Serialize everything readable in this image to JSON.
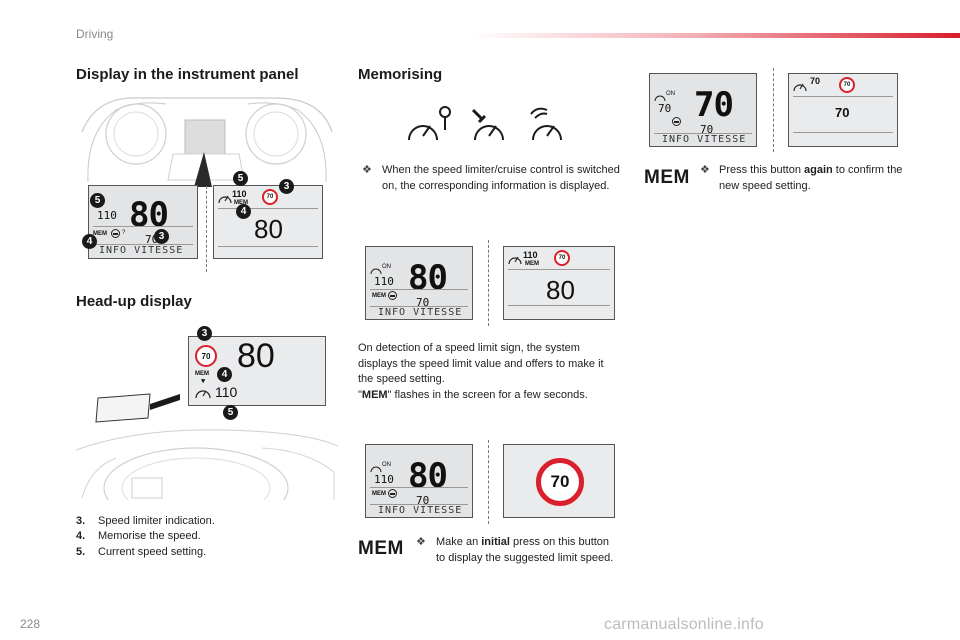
{
  "header": {
    "section": "Driving"
  },
  "footer": {
    "page_number": "228",
    "watermark": "carmanualsonline.info"
  },
  "headings": {
    "instrument_panel": "Display in the instrument panel",
    "head_up": "Head-up display",
    "memorising": "Memorising"
  },
  "instrument_panel": {
    "left_display": {
      "big": "80",
      "small": "110",
      "sub": "70",
      "info": "INFO VITESSE",
      "mem": "MEM",
      "question": "?"
    },
    "right_display": {
      "top": "110",
      "mem": "MEM",
      "sign": "70",
      "big": "80"
    },
    "badges": [
      "5",
      "4",
      "3",
      "5",
      "3",
      "4"
    ]
  },
  "head_up": {
    "sign": "70",
    "big": "80",
    "mem": "MEM",
    "small": "110",
    "badges": [
      "3",
      "4",
      "5"
    ]
  },
  "legend": [
    {
      "num": "3.",
      "text": "Speed limiter indication."
    },
    {
      "num": "4.",
      "text": "Memorise the speed."
    },
    {
      "num": "5.",
      "text": "Current speed setting."
    }
  ],
  "memorising": {
    "step1_text": "When the speed limiter/cruise control is switched on, the corresponding information is displayed.",
    "display_a": {
      "on": "ON",
      "big": "80",
      "small": "110",
      "mem": "MEM",
      "sub": "70",
      "info": "INFO VITESSE"
    },
    "display_b": {
      "top": "110",
      "mem": "MEM",
      "sign": "70",
      "big": "80"
    },
    "detection_text": "On detection of a speed limit sign, the system displays the speed limit value and offers to make it the speed setting.",
    "mem_flash_text_pre": "\"",
    "mem_flash_word": "MEM",
    "mem_flash_text_post": "\" flashes in the screen for a few seconds.",
    "display_c": {
      "on": "ON",
      "big": "80",
      "small": "110",
      "mem": "MEM",
      "sub": "70",
      "info": "INFO VITESSE"
    },
    "display_d": {
      "sign": "70"
    },
    "mem_button": "MEM",
    "initial_pre": "Make an ",
    "initial_word": "initial",
    "initial_post": " press on this button to display the suggested limit speed.",
    "display_e": {
      "on": "ON",
      "big": "70",
      "small": "70",
      "sub": "70",
      "info": "INFO VITESSE"
    },
    "display_f": {
      "top": "70",
      "sign": "70",
      "big": "70"
    },
    "mem_button_2": "MEM",
    "again_pre": "Press this button ",
    "again_word": "again",
    "again_post": " to confirm the new speed setting."
  }
}
